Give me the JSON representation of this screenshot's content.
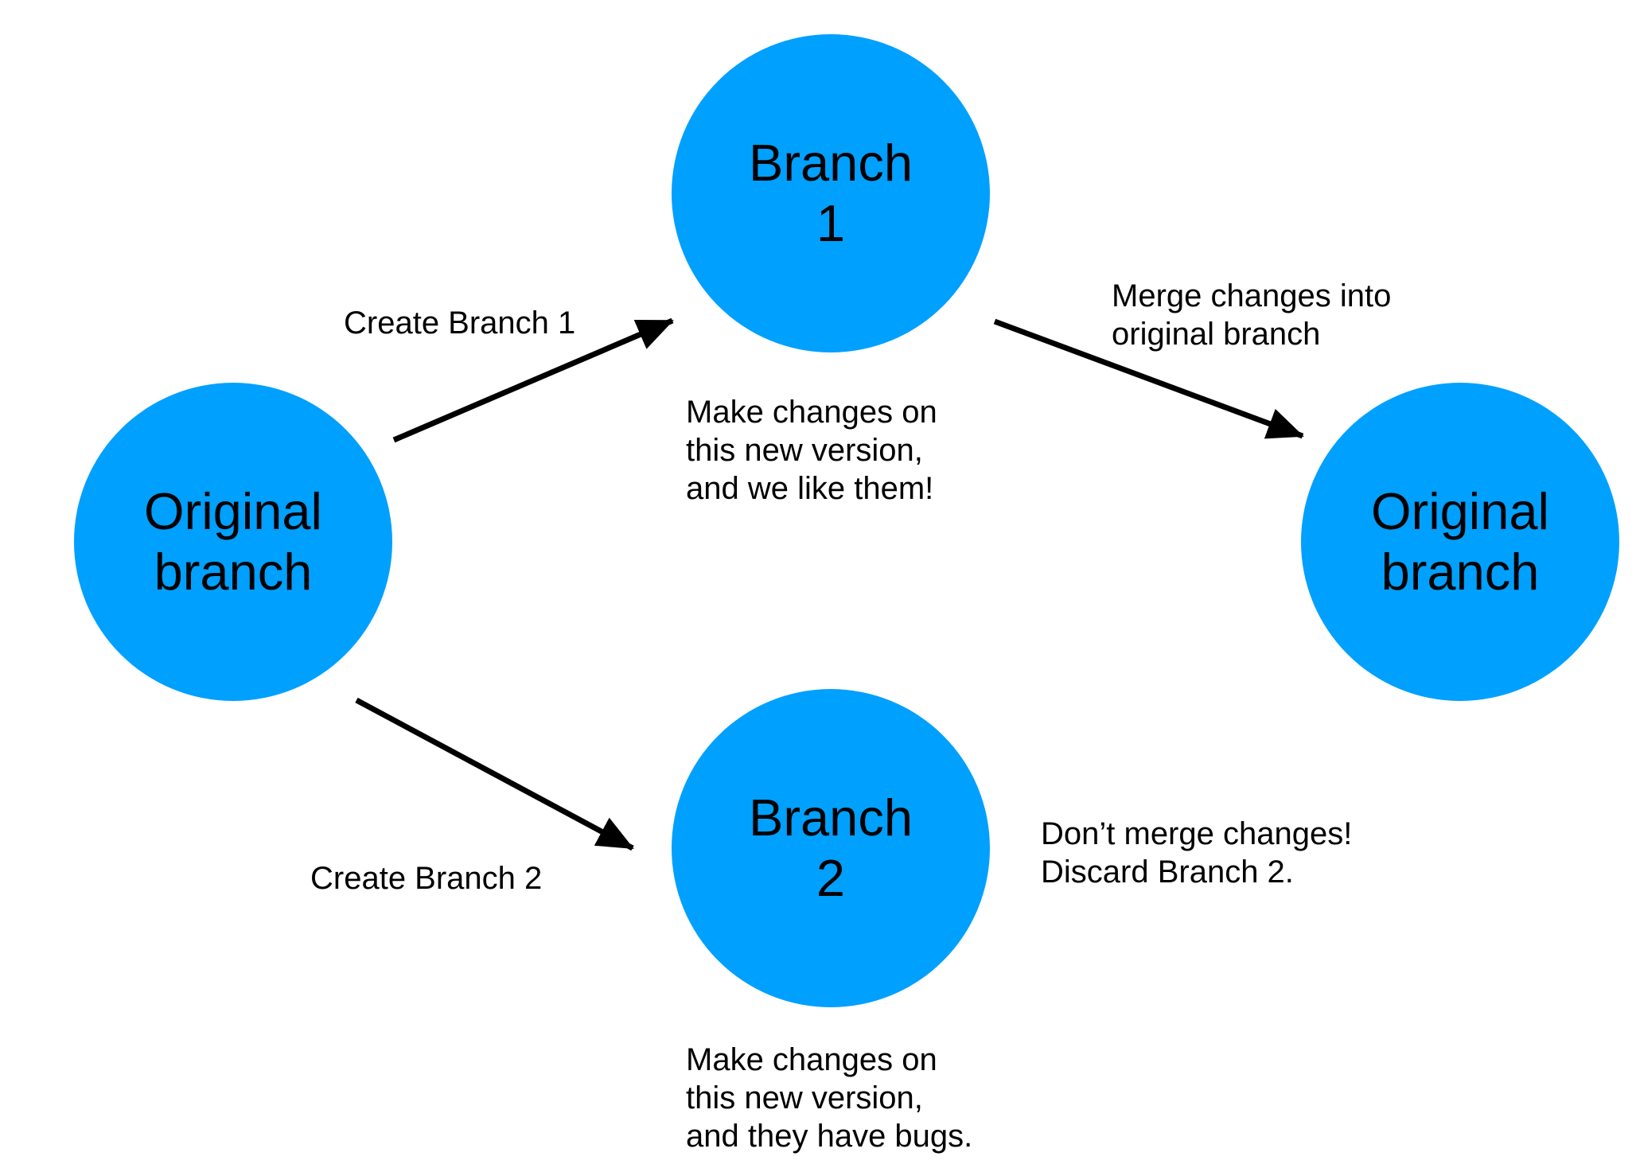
{
  "colors": {
    "node_fill": "#00a0ff",
    "arrow": "#000000",
    "text": "#000000"
  },
  "nodes": {
    "original_left": {
      "line1": "Original",
      "line2": "branch"
    },
    "branch_1": {
      "line1": "Branch",
      "line2": "1"
    },
    "original_right": {
      "line1": "Original",
      "line2": "branch"
    },
    "branch_2": {
      "line1": "Branch",
      "line2": "2"
    }
  },
  "labels": {
    "create_branch_1": "Create Branch 1",
    "merge_changes": {
      "line1": "Merge changes into",
      "line2": "original branch"
    },
    "changes_liked": {
      "line1": "Make changes on",
      "line2": "this new version,",
      "line3": "and we like them!"
    },
    "create_branch_2": "Create Branch 2",
    "dont_merge": {
      "line1": "Don’t merge changes!",
      "line2": "Discard Branch 2."
    },
    "changes_bugs": {
      "line1": "Make changes on",
      "line2": "this new version,",
      "line3": "and they have bugs."
    }
  },
  "arrows": [
    {
      "from": "original_left",
      "to": "branch_1",
      "label": "create_branch_1"
    },
    {
      "from": "branch_1",
      "to": "original_right",
      "label": "merge_changes"
    },
    {
      "from": "original_left",
      "to": "branch_2",
      "label": "create_branch_2"
    }
  ]
}
